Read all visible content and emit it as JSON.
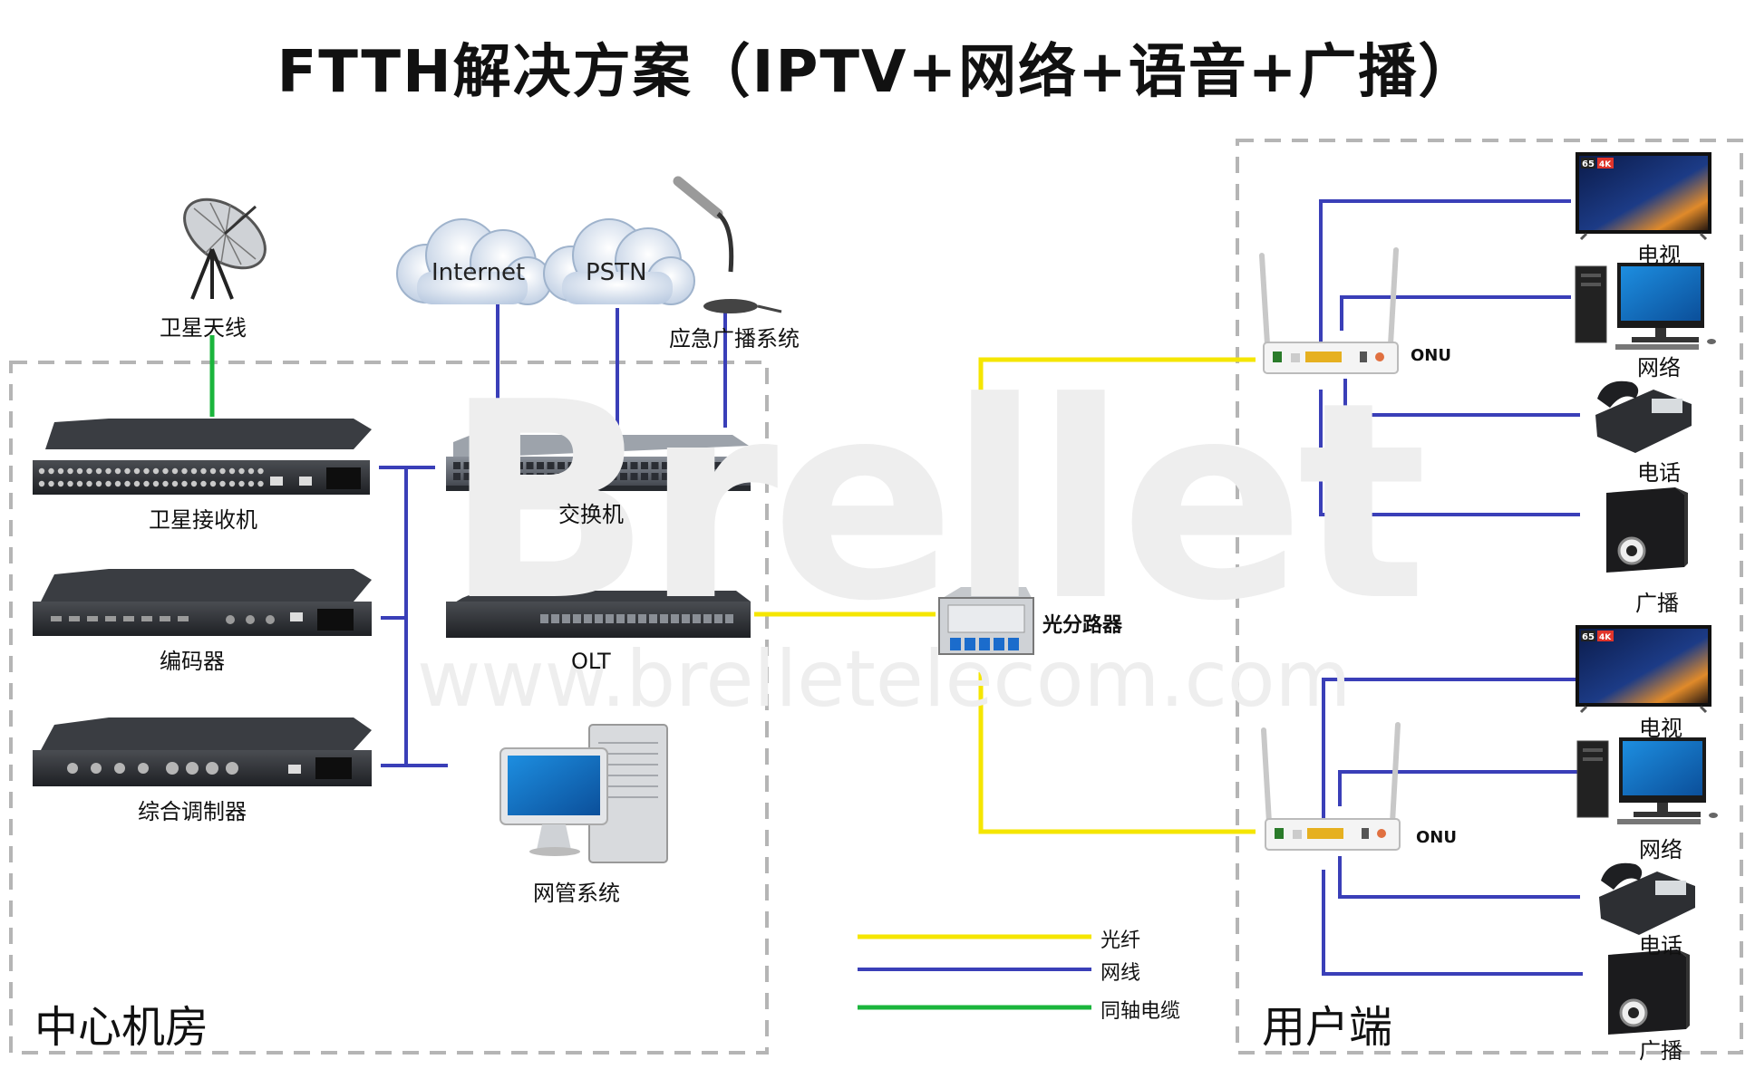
{
  "title": "FTTH解决方案（IPTV+网络+语音+广播）",
  "watermark": {
    "logo": "Brellet",
    "url": "www.brelletelecom.com"
  },
  "areas": {
    "center": "中心机房",
    "user": "用户端"
  },
  "devices": {
    "satellite_antenna": "卫星天线",
    "internet": "Internet",
    "pstn": "PSTN",
    "emergency_broadcast": "应急广播系统",
    "satellite_receiver": "卫星接收机",
    "switch": "交换机",
    "encoder": "编码器",
    "olt": "OLT",
    "modulator": "综合调制器",
    "nms": "网管系统",
    "splitter": "光分路器",
    "onu_1": "ONU",
    "onu_2": "ONU"
  },
  "terminals_1": {
    "tv": "电视",
    "network": "网络",
    "phone": "电话",
    "broadcast": "广播"
  },
  "terminals_2": {
    "tv": "电视",
    "network": "网络",
    "phone": "电话",
    "broadcast": "广播"
  },
  "tv_badge": {
    "size": "65",
    "res": "4K"
  },
  "legend": [
    {
      "label": "光纤",
      "color": "#f5e600"
    },
    {
      "label": "网线",
      "color": "#3a3fb8"
    },
    {
      "label": "同轴电缆",
      "color": "#1bb53c"
    }
  ]
}
